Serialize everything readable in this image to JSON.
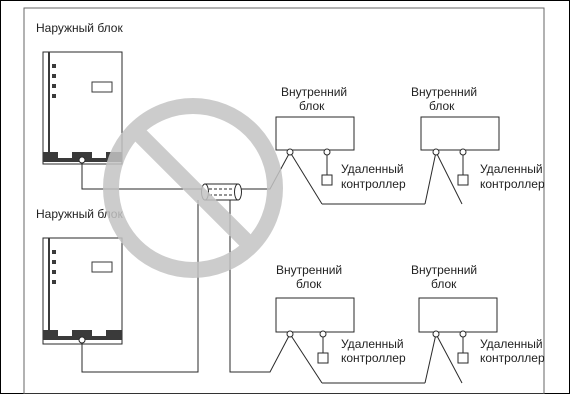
{
  "labels": {
    "outdoor_unit_top": "Наружный блок",
    "outdoor_unit_bottom": "Наружный блок",
    "indoor_unit_line1": "Внутренний",
    "indoor_unit_line2": "блок",
    "remote_line1": "Удаленный",
    "remote_line2": "контроллер"
  },
  "colors": {
    "line": "#2a2a2a",
    "prohibition_sign": "#c8c8c8",
    "unit_body": "#ffffff",
    "unit_trim": "#3a3a3a"
  },
  "icons": {
    "prohibited_overlay": "prohibited-icon",
    "shared_cable_sleeve": "cable-sleeve-icon"
  }
}
